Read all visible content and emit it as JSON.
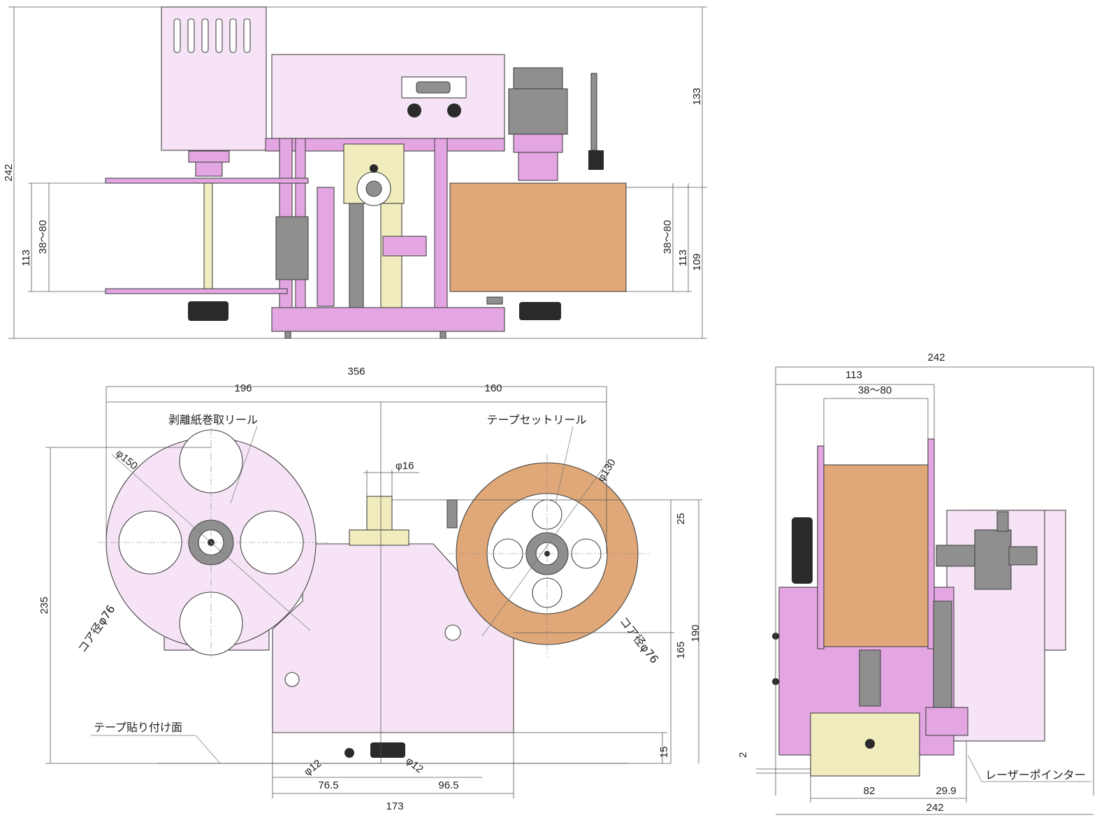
{
  "labels": {
    "liner_rewind_reel": "剥離紙巻取リール",
    "tape_set_reel": "テープセットリール",
    "tape_surface": "テープ貼り付け面",
    "laser_pointer": "レーザーポインター",
    "core_dia_left": "コア径φ76",
    "core_dia_right": "コア径φ76"
  },
  "top_view": {
    "height_total": "242",
    "upper": "133",
    "width_range_left": "38～80",
    "width_left": "113",
    "width_range_right": "38～80",
    "width_right": "113",
    "lower": "109"
  },
  "front_view": {
    "total_width": "356",
    "left_part": "196",
    "right_part": "160",
    "dia_liner_reel": "φ150",
    "dia_pin": "φ16",
    "dia_tape_reel": "φ130",
    "offset_25": "25",
    "height_235": "235",
    "height_190": "190",
    "height_165": "165",
    "height_15": "15",
    "roller_dia_1": "φ12",
    "roller_dia_2": "φ12",
    "pos_76_5": "76.5",
    "pos_96_5": "96.5",
    "base_173": "173"
  },
  "side_view": {
    "width_242_top": "242",
    "width_113": "113",
    "width_range": "38～80",
    "gap_2": "2",
    "width_82": "82",
    "width_29_9": "29.9",
    "width_242_bottom": "242"
  }
}
